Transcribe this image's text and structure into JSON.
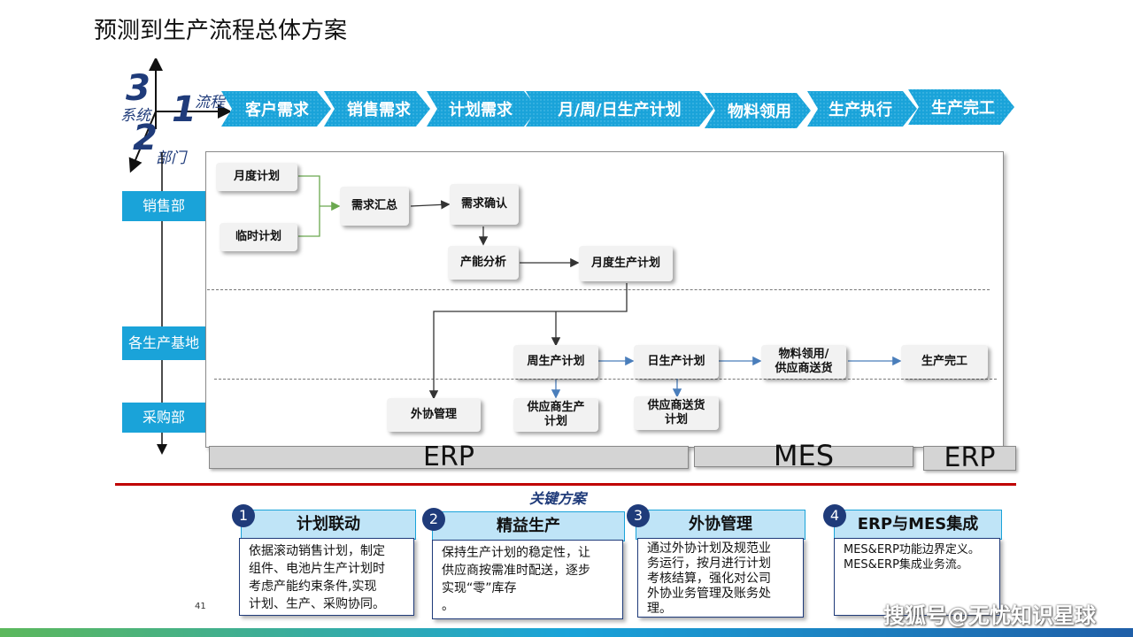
{
  "title": "预测到生产流程总体方案",
  "axes": {
    "num3": "3",
    "system": "系统",
    "num1": "1",
    "process": "流程",
    "num2": "2",
    "department": "部门"
  },
  "process_steps": [
    "客户需求",
    "销售需求",
    "计划需求",
    "月/周/日生产计划",
    "物料领用",
    "生产执行",
    "生产完工"
  ],
  "departments": [
    "销售部",
    "各生产基地",
    "采购部"
  ],
  "nodes": {
    "monthly_plan": "月度计划",
    "adhoc_plan": "临时计划",
    "demand_summary": "需求汇总",
    "demand_confirm": "需求确认",
    "capacity_analysis": "产能分析",
    "monthly_production_plan": "月度生产计划",
    "weekly_plan": "周生产计划",
    "daily_plan": "日生产计划",
    "material_l1": "物料领用/",
    "material_l2": "供应商送货",
    "production_done": "生产完工",
    "outsourcing": "外协管理",
    "supplier_plan_l1": "供应商生产",
    "supplier_plan_l2": "计划",
    "supplier_delivery_l1": "供应商送货",
    "supplier_delivery_l2": "计划"
  },
  "systems": [
    "ERP",
    "MES",
    "ERP"
  ],
  "key_solutions_title": "关键方案",
  "solutions": [
    {
      "num": "1",
      "title": "计划联动",
      "lines": [
        "依据滚动销售计划，制定",
        "组件、电池片生产计划时",
        "考虑产能约束条件,实现",
        "计划、生产、采购协同。"
      ]
    },
    {
      "num": "2",
      "title": "精益生产",
      "lines": [
        "保持生产计划的稳定性，让",
        "供应商按需准时配送，逐步",
        "实现“零”库存",
        "。"
      ]
    },
    {
      "num": "3",
      "title": "外协管理",
      "lines": [
        "通过外协计划及规范业",
        "务运行，按月进行计划",
        "考核结算，强化对公司",
        "外协业务管理及账务处",
        "理。"
      ]
    },
    {
      "num": "4",
      "title": "ERP与MES集成",
      "lines": [
        "MES&ERP功能边界定义。",
        "MES&ERP集成业务流。"
      ]
    }
  ],
  "page_number": "41",
  "watermark": "搜狐号@无忧知识星球",
  "colors": {
    "chevron": "#1aa3d9",
    "navy": "#1f3b7a",
    "accent_red": "#c00000",
    "dept_fill": "#1aa3d9"
  }
}
